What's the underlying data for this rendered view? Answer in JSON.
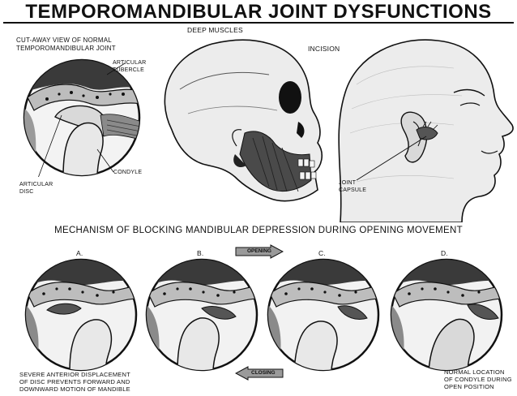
{
  "title": "TEMPOROMANDIBULAR JOINT DYSFUNCTIONS",
  "top_labels": {
    "cutaway_line1": "CUT-AWAY VIEW OF NORMAL",
    "cutaway_line2": "TEMPOROMANDIBULAR JOINT",
    "deep_muscles": "DEEP MUSCLES",
    "incision": "INCISION",
    "articular_tubercle_1": "ARTICULAR",
    "articular_tubercle_2": "TUBERCLE",
    "condyle": "CONDYLE",
    "articular_disc_1": "ARTICULAR",
    "articular_disc_2": "DISC",
    "joint_capsule_1": "JOINT",
    "joint_capsule_2": "CAPSULE"
  },
  "mechanism": {
    "heading": "MECHANISM OF BLOCKING MANDIBULAR DEPRESSION DURING OPENING MOVEMENT",
    "panels": [
      "A.",
      "B.",
      "C.",
      "D."
    ],
    "opening_label": "OPENING",
    "closing_label": "CLOSING",
    "caption_a_1": "SEVERE ANTERIOR DISPLACEMENT",
    "caption_a_2": "OF DISC PREVENTS FORWARD AND",
    "caption_a_3": "DOWNWARD MOTION OF MANDIBLE",
    "caption_d_1": "NORMAL LOCATION",
    "caption_d_2": "OF CONDYLE DURING",
    "caption_d_3": "OPEN POSITION"
  },
  "colors": {
    "ink": "#111111",
    "paper": "#ffffff",
    "arrow_fill": "#9a9a9a"
  }
}
